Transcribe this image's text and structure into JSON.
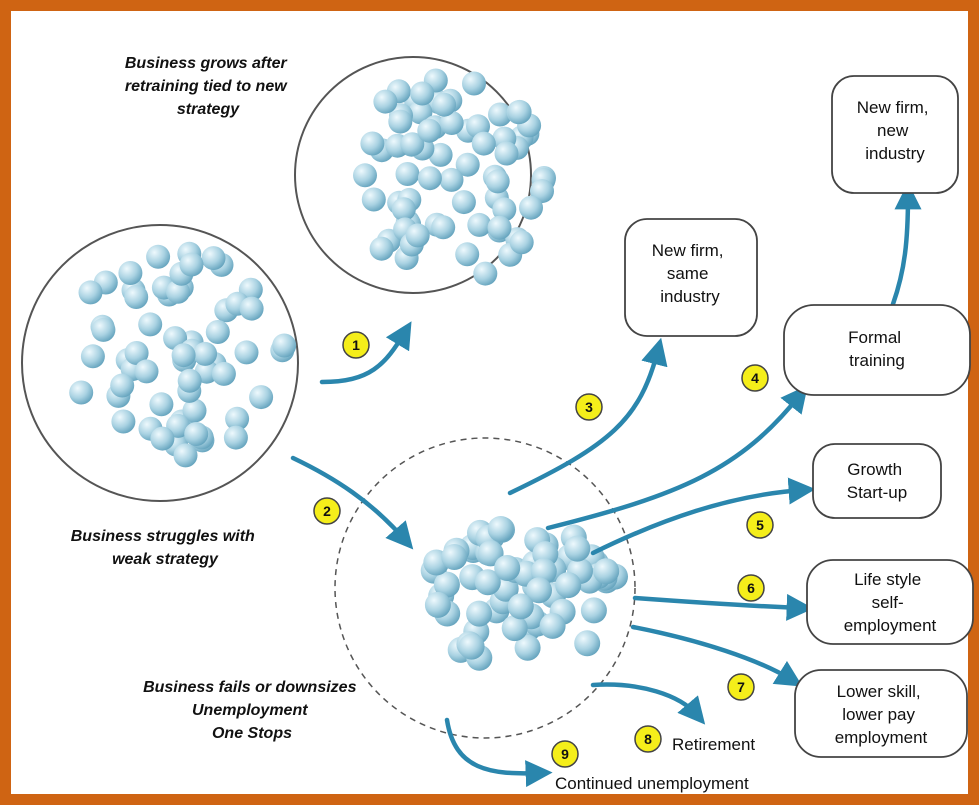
{
  "colors": {
    "frame": "#cf6413",
    "arrow": "#2a86ad",
    "badge_fill": "#f5ee1a",
    "badge_stroke": "#444444",
    "ball_dark": "#6aa8c2",
    "ball_light": "#e8f6fb",
    "text": "#111111"
  },
  "captions": {
    "grows": [
      "Business grows after",
      "retraining tied to new",
      "strategy"
    ],
    "struggles": [
      "Business struggles with",
      "weak strategy"
    ],
    "fails": [
      "Business fails or downsizes",
      "Unemployment",
      "One Stops"
    ]
  },
  "boxes": {
    "new_firm_new_industry": [
      "New firm,",
      "new",
      "industry"
    ],
    "new_firm_same_industry": [
      "New firm,",
      "same",
      "industry"
    ],
    "formal_training": [
      "Formal",
      "training"
    ],
    "growth_startup": [
      "Growth",
      "Start-up"
    ],
    "lifestyle": [
      "Life style",
      "self-",
      "employment"
    ],
    "lower_skill": [
      "Lower skill,",
      "lower pay",
      "employment"
    ]
  },
  "plain_labels": {
    "retirement": "Retirement",
    "continued_unemployment": "Continued unemployment"
  },
  "badges": [
    "1",
    "2",
    "3",
    "4",
    "5",
    "6",
    "7",
    "8",
    "9"
  ]
}
